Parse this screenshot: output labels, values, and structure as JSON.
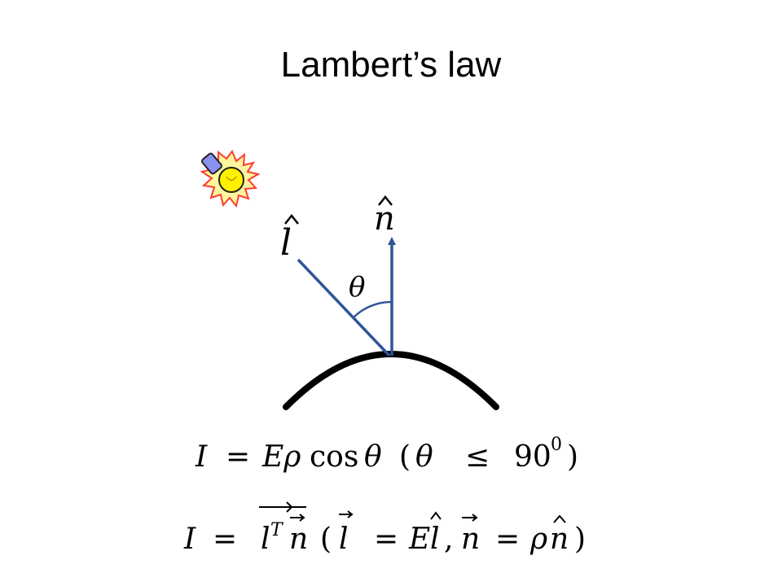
{
  "slide": {
    "title": "Lambert’s law"
  },
  "diagram": {
    "normal_label": "n",
    "light_label": "l",
    "angle_label": "θ",
    "icons": [
      "light-bulb-icon"
    ],
    "colors": {
      "vector": "#2f5597",
      "surface": "#000000",
      "bulb_glow": "#ff3b30",
      "bulb_fill": "#fff200",
      "bulb_base": "#8a92f0"
    }
  },
  "equations": {
    "eq1": {
      "lhs": "I",
      "eq": "=",
      "rhs_E_rho": "Eρ",
      "cos": "cos",
      "theta": "θ",
      "cond_open": "(",
      "cond_theta": "θ",
      "cond_le": "≤",
      "cond_value": "90",
      "cond_exp": "0",
      "cond_close": ")"
    },
    "eq2": {
      "lhs": "I",
      "eq": "=",
      "l_symbol": "l",
      "transpose": "T",
      "n_symbol": "n",
      "open": "(",
      "l_vec": "l",
      "eq_a": "=",
      "E_symbol": "E",
      "l_hat": "l",
      "comma": ",",
      "n_vec": "n",
      "eq_b": "=",
      "rho": "ρ",
      "n_hat": "n",
      "close": ")"
    }
  }
}
